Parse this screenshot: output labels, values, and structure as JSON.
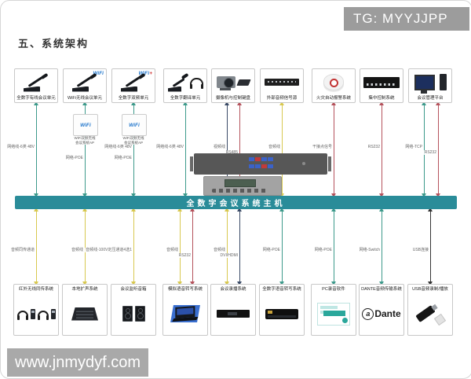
{
  "page": {
    "title": "五、系统架构",
    "tg_badge": "TG: MYYJJPP",
    "watermark": "www.jnmydyf.com"
  },
  "bus": {
    "label": "全数字会议系统主机"
  },
  "colors": {
    "bus": "#2a8c99",
    "network_line": "#3d9a8b",
    "audio_line": "#d8c84f",
    "control_line": "#b5525c",
    "video_line": "#3a4a66",
    "usb_line": "#333333"
  },
  "top_devices": [
    {
      "label": "全数字有线会议单元",
      "icon": "wired-mic"
    },
    {
      "label": "WiFi无线会议单元",
      "icon": "wifi-mic",
      "badge": "WiFi"
    },
    {
      "label": "全数字双频单元",
      "icon": "dualband-mic",
      "badge": "WiFi",
      "badge_plus": "+"
    },
    {
      "label": "全数字翻译单元",
      "icon": "translator-mic"
    },
    {
      "label": "摄像机与控制键盘",
      "icon": "camera-keyboard"
    },
    {
      "label": "外部音频信号源",
      "icon": "audio-source-rack"
    },
    {
      "label": "火灾自动报警系统",
      "icon": "fire-alarm"
    },
    {
      "label": "集中控制系统",
      "icon": "central-control-rack"
    },
    {
      "label": "会议管理平台",
      "icon": "management-pc"
    }
  ],
  "access_points": [
    {
      "badge": "WiFi",
      "line1": "WiFi双频无线",
      "line2": "会议系统AP"
    },
    {
      "badge": "WiFi",
      "line1": "WiFi双频无线",
      "line2": "会议系统AP"
    }
  ],
  "top_links": [
    {
      "labels": [
        "网络线-6类 48V"
      ]
    },
    {
      "labels": [
        "网络-POE"
      ]
    },
    {
      "labels": [
        "网络线-6类 48V",
        "网络-POE"
      ]
    },
    {
      "labels": [
        "网络线-6类 48V"
      ]
    },
    {
      "labels": [
        "视频线",
        "RS485"
      ]
    },
    {
      "labels": [
        "音频线"
      ]
    },
    {
      "labels": [
        "干接点信号"
      ]
    },
    {
      "labels": [
        "RS232"
      ]
    },
    {
      "labels": [
        "网络-TCP",
        "RS232"
      ]
    }
  ],
  "bottom_links": [
    {
      "labels": [
        "音频同传通道"
      ]
    },
    {
      "labels": [
        "音频线"
      ]
    },
    {
      "labels": [
        "音频线-100V定压通道4选1"
      ]
    },
    {
      "labels": [
        "音频线",
        "RS232"
      ]
    },
    {
      "labels": [
        "音频线",
        "DVI/HDMI"
      ]
    },
    {
      "labels": [
        "网络-POE"
      ]
    },
    {
      "labels": [
        "网络-POE"
      ]
    },
    {
      "labels": [
        "网络-Switch"
      ]
    },
    {
      "labels": [
        "USB连接"
      ]
    }
  ],
  "bottom_devices": [
    {
      "label": "红外无线同传系统",
      "icon": "ir-interpretation"
    },
    {
      "label": "本地扩声系统",
      "icon": "mixer"
    },
    {
      "label": "会议监听音箱",
      "icon": "monitor-speakers"
    },
    {
      "label": "模拟语音转写系统",
      "icon": "laptop"
    },
    {
      "label": "会议录播系统",
      "icon": "recorder"
    },
    {
      "label": "全数字语音转写系统",
      "icon": "transcriber-rack"
    },
    {
      "label": "PC录音软件",
      "icon": "recording-software"
    },
    {
      "label": "DANTE音频传输系统",
      "icon": "dante-logo",
      "logo_mark": "a",
      "logo_text": "Dante"
    },
    {
      "label": "USB音频录制/播放",
      "icon": "usb-drive"
    }
  ]
}
